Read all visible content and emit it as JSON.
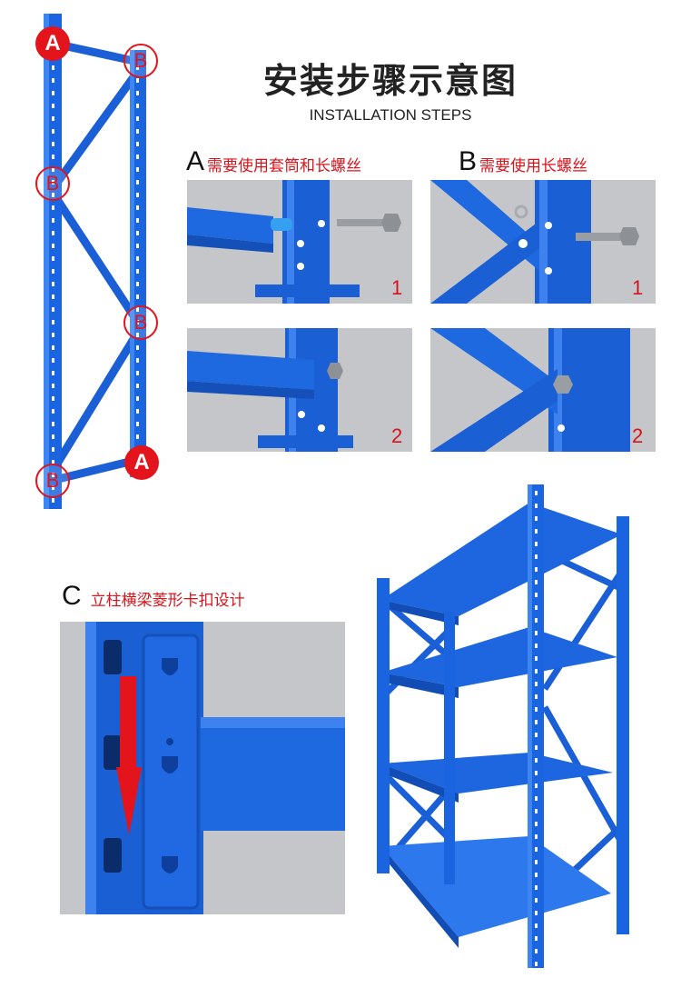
{
  "title_cn": "安装步骤示意图",
  "title_en": "INSTALLATION STEPS",
  "frame_badges": {
    "a": "A",
    "b": "B"
  },
  "step_a": {
    "letter": "A",
    "text": "需要使用套筒和长螺丝",
    "photo1_num": "1",
    "photo2_num": "2"
  },
  "step_b": {
    "letter": "B",
    "text": "需要使用长螺丝",
    "photo1_num": "1",
    "photo2_num": "2"
  },
  "step_c": {
    "letter": "C",
    "text": "立柱横梁菱形卡扣设计"
  },
  "colors": {
    "rack_blue": "#1a64e0",
    "accent_red": "#e3141b",
    "photo_bg": "#c9cbce"
  }
}
